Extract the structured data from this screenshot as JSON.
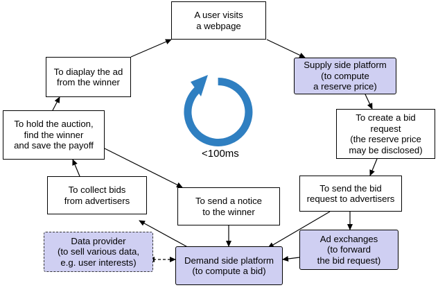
{
  "nodes": {
    "user_visits": "A user visits\na webpage",
    "ssp": "Supply side platform\n(to compute\na reserve price)",
    "create_bid": "To create a bid\nrequest\n(the reserve price\nmay be disclosed)",
    "send_bid": "To send the bid\nrequest to advertisers",
    "ad_exchanges": "Ad exchanges\n(to forward\nthe bid request)",
    "dsp": "Demand side platform\n(to compute a bid)",
    "data_provider": "Data provider\n(to sell various data,\ne.g. user interests)",
    "notice": "To send a notice\nto the winner",
    "collect_bids": "To collect bids\nfrom advertisers",
    "hold_auction": "To hold the auction,\nfind the winner\nand save the payoff",
    "display_ad": "To diaplay the ad\nfrom the winner"
  },
  "cycle_label": "<100ms",
  "colors": {
    "accent_box": "#cfcff2",
    "cycle_icon": "#2f7fc1",
    "line": "#000000"
  },
  "icons": {
    "cycle": "circular-refresh-arrow-icon"
  }
}
